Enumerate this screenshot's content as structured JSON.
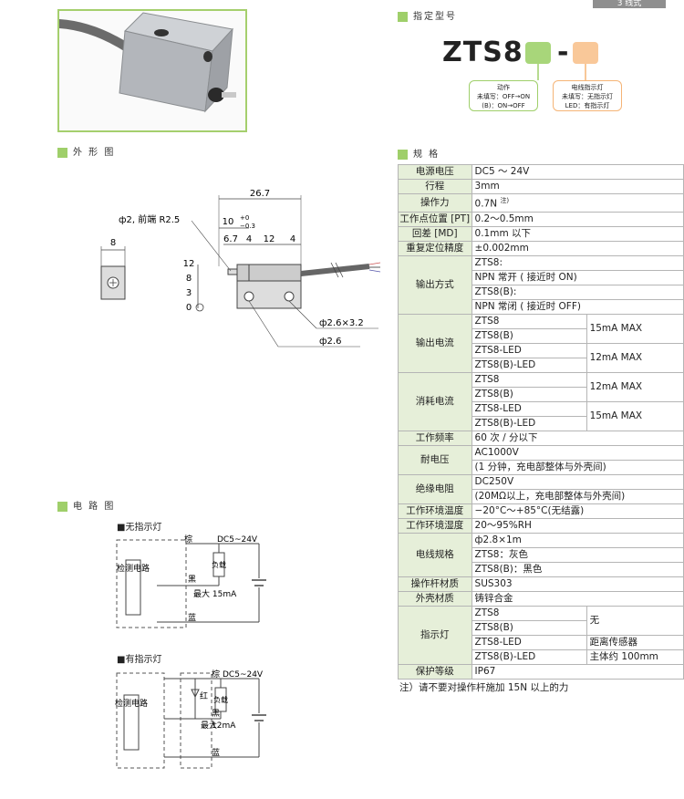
{
  "top_badge": "3 线式",
  "sections": {
    "model": "指定型号",
    "outline": "外 形 图",
    "spec": "规 格",
    "circuit": "电 路 图"
  },
  "model": {
    "name": "ZTS8",
    "dash": "-",
    "green_caption": [
      "动作",
      "未填写：OFF→ON",
      "(B)：ON→OFF"
    ],
    "orange_caption": [
      "电线指示灯",
      "未填写：无指示灯",
      "LED：有指示灯"
    ]
  },
  "dimensions": {
    "total": "26.7",
    "d10": "10",
    "tol_plus": "+0",
    "tol_minus": "−0.3",
    "d67": "6.7",
    "d4a": "4",
    "d12": "12",
    "d4b": "4",
    "phi2": "ф2, 前端 R2.5",
    "width8": "8",
    "h12": "12",
    "h8": "8",
    "h3": "3",
    "h0": "0",
    "hole1": "ф2.6×3.2",
    "hole2": "ф2.6"
  },
  "circuit": {
    "title1": "■无指示灯",
    "title2": "■有指示灯",
    "brown": "棕",
    "black": "黑",
    "blue": "蓝",
    "red": "红",
    "supply": "DC5~24V",
    "load": "负载",
    "detect": "检测电路",
    "max1": "最大 15mA",
    "max2a": "最大",
    "max2b": "12mA"
  },
  "spec": {
    "power_label": "电源电压",
    "power": "DC5 ～ 24V",
    "stroke_label": "行程",
    "stroke": "3mm",
    "force_label": "操作力",
    "force": "0.7N",
    "force_note": "注)",
    "pt_label": "工作点位置 [PT]",
    "pt": "0.2～0.5mm",
    "md_label": "回差 [MD]",
    "md": "0.1mm 以下",
    "rep_label": "重复定位精度",
    "rep": "±0.002mm",
    "out_label": "输出方式",
    "out": [
      "ZTS8:",
      "NPN 常开 ( 接近时 ON)",
      "ZTS8(B):",
      "NPN 常闭 ( 接近时 OFF)"
    ],
    "cur_label": "输出电流",
    "models": [
      "ZTS8",
      "ZTS8(B)",
      "ZTS8-LED",
      "ZTS8(B)-LED"
    ],
    "cur_a": "15mA MAX",
    "cur_b": "12mA MAX",
    "cons_label": "消耗电流",
    "cons_a": "12mA MAX",
    "cons_b": "15mA MAX",
    "freq_label": "工作频率",
    "freq": "60 次 / 分以下",
    "volt_label": "耐电压",
    "volt": [
      "AC1000V",
      "(1 分钟，充电部整体与外壳间)"
    ],
    "ins_label": "绝缘电阻",
    "ins": [
      "DC250V",
      "(20MΩ以上，充电部整体与外壳间)"
    ],
    "temp_label": "工作环境温度",
    "temp": "−20°C～+85°C(无结露)",
    "hum_label": "工作环境湿度",
    "hum": "20～95%RH",
    "wire_label": "电线规格",
    "wire": [
      "ф2.8×1m",
      "ZTS8：灰色",
      "ZTS8(B)：黑色"
    ],
    "rod_label": "操作杆材质",
    "rod": "SUS303",
    "shell_label": "外壳材质",
    "shell": "铸锌合金",
    "led_label": "指示灯",
    "led_a": "无",
    "led_b": [
      "距离传感器",
      "主体约 100mm"
    ],
    "ip_label": "保护等级",
    "ip": "IP67"
  },
  "note": "注）请不要对操作杆施加 15N 以上的力"
}
